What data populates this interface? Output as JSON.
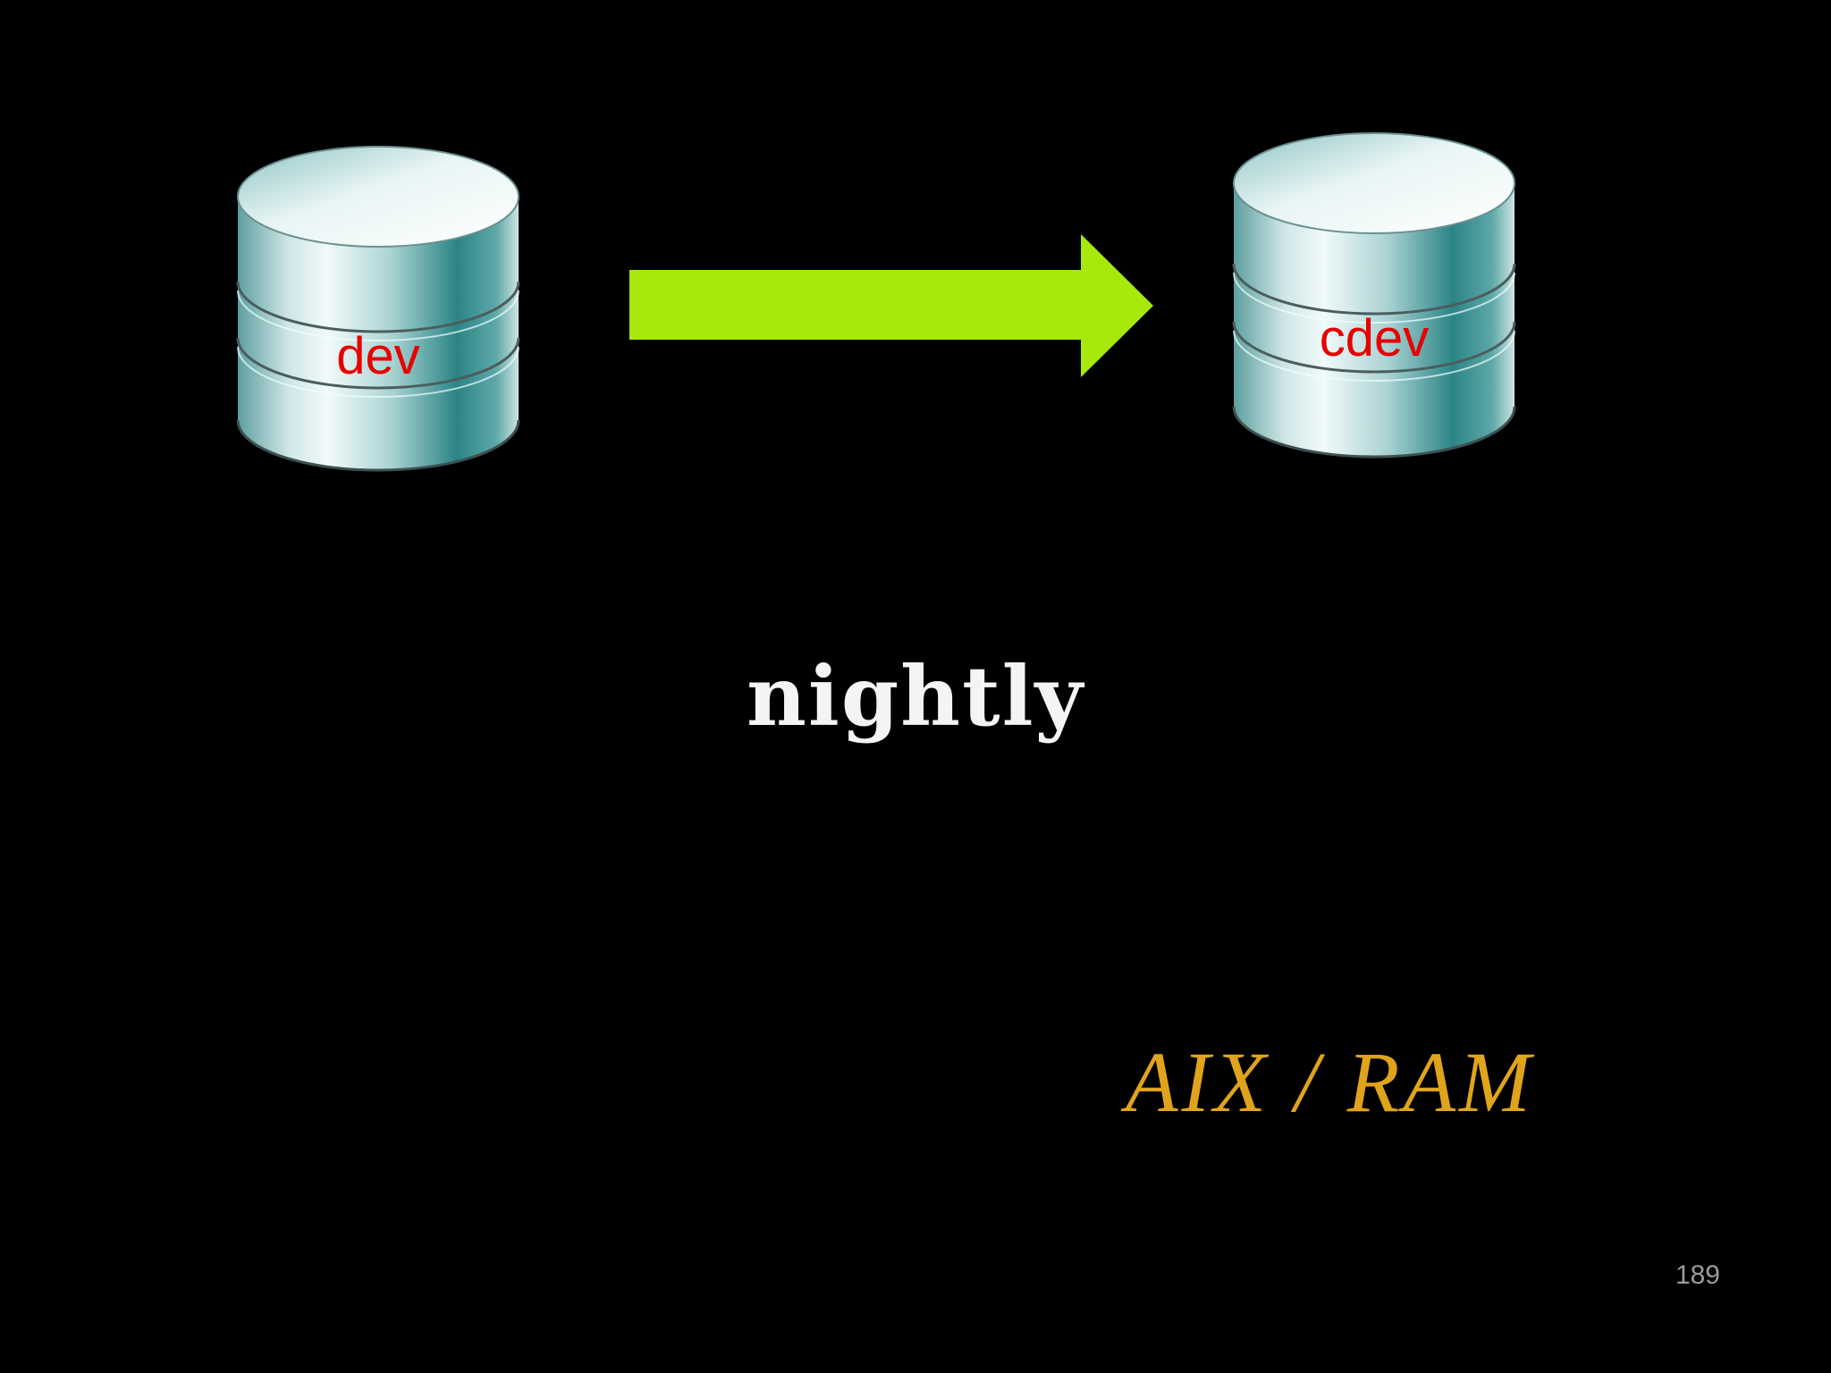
{
  "slide": {
    "source_db": "dev",
    "target_db": "cdev",
    "schedule": "nightly",
    "platform": "AIX / RAM",
    "page_number": "189"
  },
  "colors": {
    "background": "#000000",
    "db_label": "#e60000",
    "arrow": "#a8e80a",
    "schedule_text": "#f4f4f4",
    "platform_text": "#e0a31c",
    "page_number": "#9a9a9a"
  },
  "icons": {
    "source_db": "database-cylinder-icon",
    "target_db": "database-cylinder-icon",
    "arrow": "right-arrow-icon"
  }
}
